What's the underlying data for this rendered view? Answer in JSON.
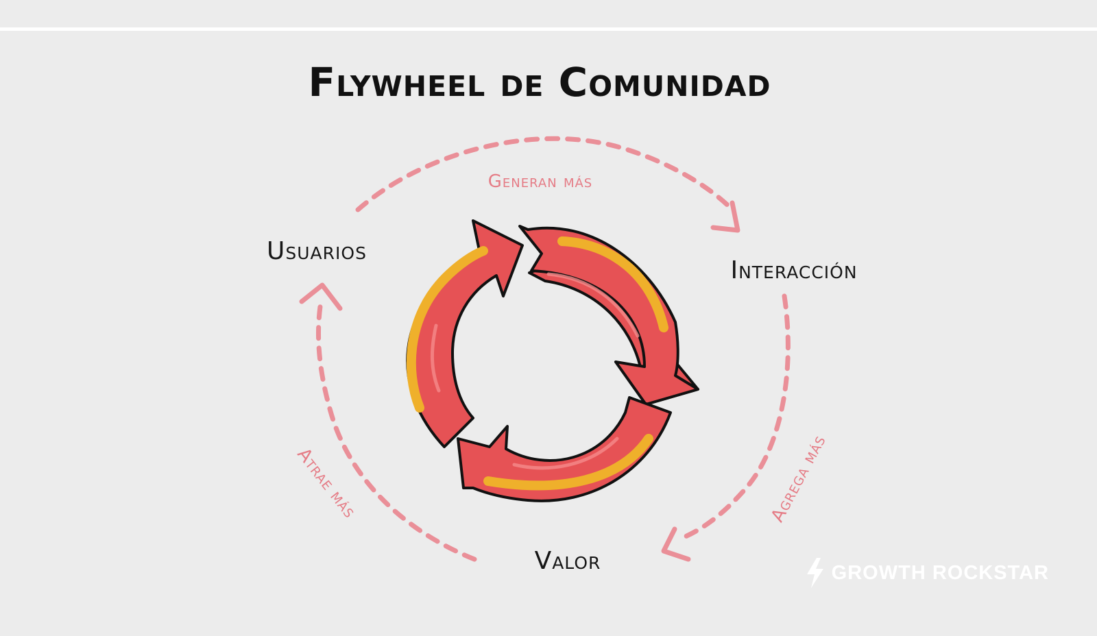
{
  "diagram": {
    "title": "Flywheel de Comunidad",
    "nodes": [
      {
        "id": "usuarios",
        "label": "Usuarios"
      },
      {
        "id": "interaccion",
        "label": "Interacción"
      },
      {
        "id": "valor",
        "label": "Valor"
      }
    ],
    "edges": [
      {
        "from": "usuarios",
        "to": "interaccion",
        "label": "Generan más"
      },
      {
        "from": "interaccion",
        "to": "valor",
        "label": "Agrega más"
      },
      {
        "from": "valor",
        "to": "usuarios",
        "label": "Atrae más"
      }
    ],
    "colors": {
      "background": "#ececec",
      "wheel": "#e65255",
      "wheel_highlight": "#efb02b",
      "edges": "#ea8f98",
      "edge_labels": "#e57b85"
    }
  },
  "brand": {
    "name": "GROWTH ROCKSTAR",
    "icon": "lightning-bolt-icon"
  }
}
